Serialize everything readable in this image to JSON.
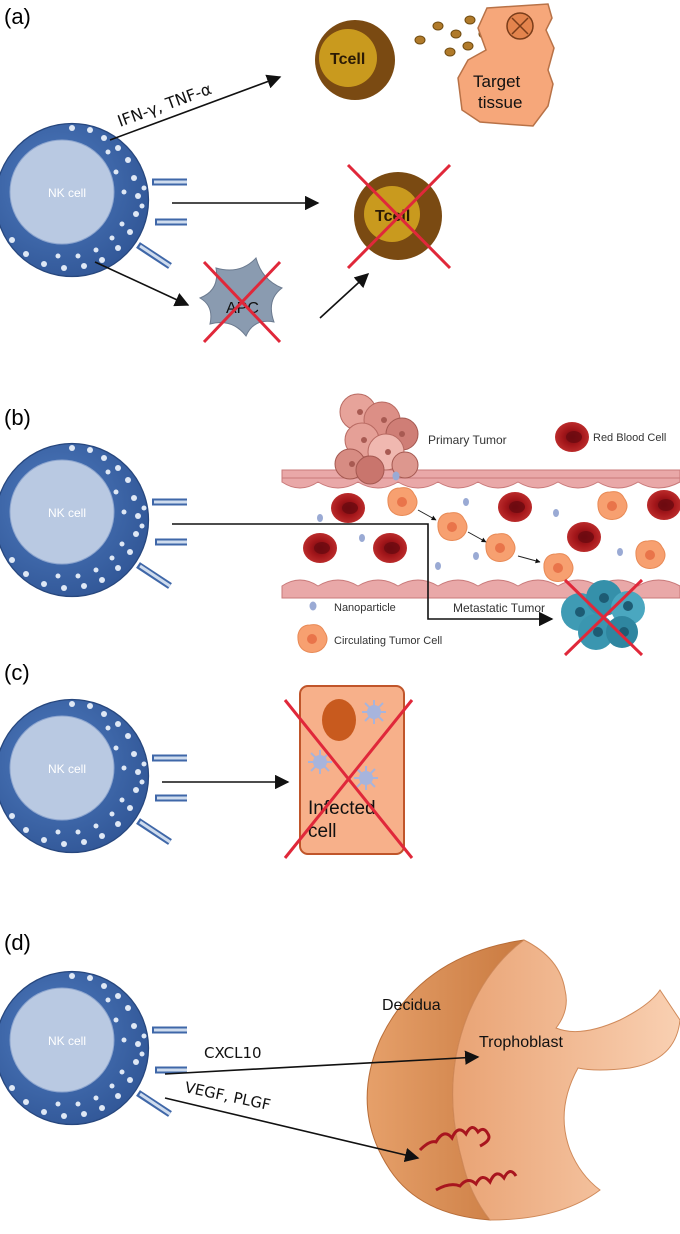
{
  "panels": {
    "a": {
      "label": "(a)",
      "nk_cell": "NK cell",
      "cytokines": "IFN-γ, TNF-α",
      "tcell_top": "Tcell",
      "tcell_killed": "Tcell",
      "target_tissue_line1": "Target",
      "target_tissue_line2": "tissue",
      "apc": "APC"
    },
    "b": {
      "label": "(b)",
      "nk_cell": "NK cell",
      "primary_tumor": "Primary Tumor",
      "red_blood_cell": "Red Blood Cell",
      "nanoparticle": "Nanoparticle",
      "metastatic_tumor": "Metastatic Tumor",
      "circulating_tumor_cell": "Circulating Tumor Cell"
    },
    "c": {
      "label": "(c)",
      "nk_cell": "NK cell",
      "infected_line1": "Infected",
      "infected_line2": "cell"
    },
    "d": {
      "label": "(d)",
      "nk_cell": "NK cell",
      "cxcl10": "CXCL10",
      "vegf": "VEGF, PLGF",
      "decidua": "Decidua",
      "trophoblast": "Trophoblast"
    }
  },
  "colors": {
    "nk_outer": "#3f67a8",
    "nk_inner": "#b9c9e2",
    "tcell_outer": "#7a4a12",
    "tcell_inner": "#c99a1e",
    "tissue": "#f6a77a",
    "apc": "#8a9bb0",
    "cross": "#e0283a",
    "rbc": "#a3161a",
    "vessel": "#e9a8a8",
    "ctc": "#f7a070",
    "metastatic": "#3f9bb4",
    "infected": "#f7b08a",
    "decidua": "#d7874e",
    "trophoblast": "#f2b386"
  }
}
